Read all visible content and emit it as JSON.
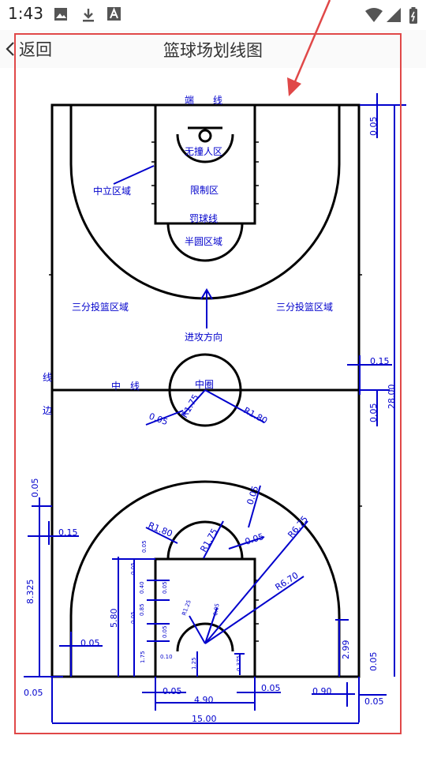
{
  "status": {
    "time": "1:43"
  },
  "header": {
    "back_label": "返回",
    "title": "篮球场划线图"
  },
  "court": {
    "labels": {
      "end_line": "端　　线",
      "no_charge": "无撞人区",
      "neutral_zone": "中立区域",
      "restricted": "限制区",
      "free_throw_line": "罚球线",
      "semicircle": "半圆区域",
      "three_left": "三分投篮区域",
      "three_right": "三分投篮区域",
      "attack_dir": "进攻方向",
      "side_line_1": "线",
      "side_line_2": "边",
      "center_line": "中　线",
      "center_circle": "中圈"
    },
    "dims": {
      "d_005_top": "0.05",
      "d_015_right": "0.15",
      "d_005_right_mid": "0.05",
      "d_2800": "28.00",
      "d_r175_center": "R1.75",
      "d_r180_center": "R1.80",
      "d_005_center": "0.05",
      "d_005_left_top": "0.05",
      "d_015_left": "0.15",
      "d_8325": "8.325",
      "d_r180": "R1.80",
      "d_r175": "R1.75",
      "d_005_ft": "0.05",
      "d_005_diag": "0.05",
      "d_r675": "R6.75",
      "d_r670": "R6.70",
      "d_580": "5.80",
      "d_005_a": "0.05",
      "d_005_b": "0.05",
      "d_005_c": "0.05",
      "d_040": "0.40",
      "d_085": "0.85",
      "d_005_d": "0.05",
      "d_005_e": "0.05",
      "d_175": "1.75",
      "d_010": "0.10",
      "d_125": "1.25",
      "d_0375": "0.375",
      "d_005_inner": "0.05",
      "d_r125": "R1.25",
      "d_005_left_low": "0.05",
      "d_299": "2.99",
      "d_005_right_low": "0.05",
      "d_005_bl": "0.05",
      "d_005_bm": "0.05",
      "d_005_bm2": "0.05",
      "d_490": "4.90",
      "d_090": "0.90",
      "d_005_br": "0.05",
      "d_1500": "15.00"
    }
  },
  "colors": {
    "line": "#000000",
    "dim": "#0000cc",
    "frame": "#e04848",
    "arrow": "#d84a4a"
  }
}
